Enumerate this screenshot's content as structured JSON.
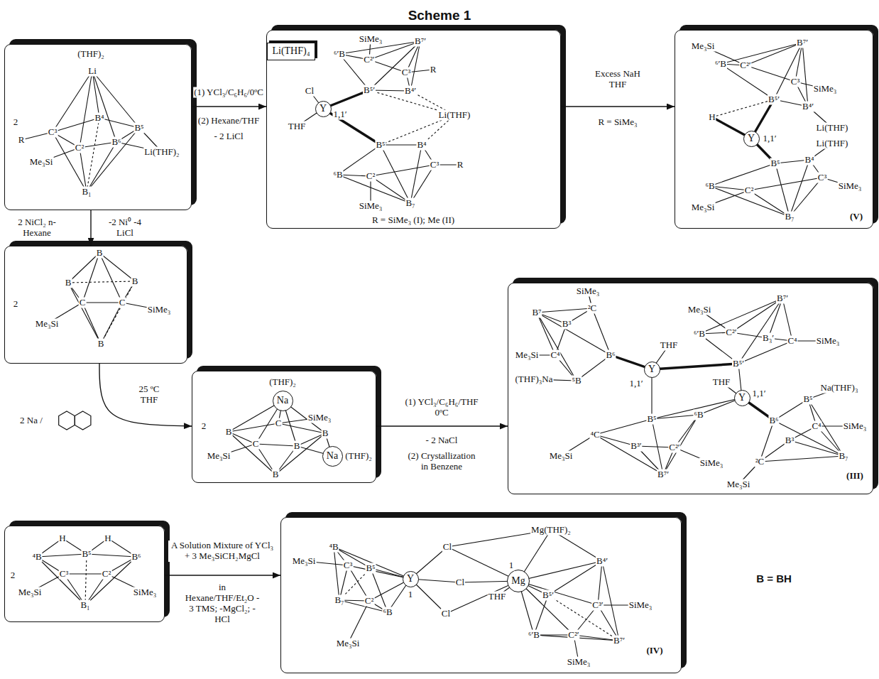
{
  "diagram": {
    "title": "Scheme 1",
    "nodes": [
      {
        "text": [
          "(THF)₂",
          "Li",
          "2",
          "R",
          "C³",
          "B⁴",
          "B⁵",
          "C²",
          "B⁶",
          "Li(THF)₂",
          "Me₃Si",
          "B₁"
        ]
      },
      {
        "text": [
          "SiMe₃",
          "⁶′B",
          "C²′",
          "B⁷′",
          "C³",
          "R",
          "Cl",
          "B⁵′",
          "B⁴′",
          "Li(THF)",
          "THF",
          "B⁵",
          "B⁴",
          "C³",
          "R",
          "⁶B",
          "C²",
          "B₇",
          "SiMe₃",
          "R = SiMe₃ (I); Me (II)"
        ]
      },
      {
        "text": [
          "Li(THF)₄"
        ],
        "in": 1
      },
      {
        "text": [
          "Y",
          "1,1′"
        ],
        "in": 1
      },
      {
        "text": [
          "Me₃Si",
          "⁶′B",
          "C²′",
          "B⁷′",
          "C³",
          "SiMe₃",
          "H",
          "B⁵′",
          "B⁴′",
          "Li(THF)",
          "Li(THF)",
          "B⁵",
          "B⁴",
          "C³",
          "SiMe₃",
          "⁶B",
          "C²",
          "B₇",
          "Me₃Si",
          "(V)"
        ]
      },
      {
        "text": [
          "Y",
          "1,1′"
        ],
        "in": 4
      },
      {
        "text": [
          "2",
          "B",
          "B",
          "B",
          "C",
          "C",
          "Me₃Si",
          "SiMe₃",
          "B"
        ]
      },
      {
        "text": [
          "2",
          "(THF)₂",
          "C",
          "SiMe₃",
          "B",
          "B",
          "Me₃Si",
          "C",
          "B",
          "B",
          "(THF)₂"
        ]
      },
      {
        "text": [
          "Na"
        ],
        "in": 7
      },
      {
        "text": [
          "Na"
        ],
        "in": 7
      },
      {
        "text": [
          "SiMe₃",
          "²C",
          "B⁷",
          "B³",
          "Me₃Si",
          "C⁴",
          "B⁶",
          "(THF)₃Na",
          "⁵B",
          "THF",
          "Me₃Si",
          "B⁷′",
          "⁶′B",
          "C²′",
          "B₃′",
          "C⁴",
          "SiMe₃",
          "B⁵′",
          "THF",
          "Na(THF)₃",
          "B⁵",
          "B⁶",
          "C⁴",
          "SiMe₃",
          "B³",
          "B₇",
          "²C",
          "Me₃Si",
          "(III)",
          "B⁵",
          "⁶B",
          "⁴C",
          "Me₃Si",
          "B³′",
          "C²′",
          "SiMe₃",
          "B⁷′"
        ]
      },
      {
        "text": [
          "Y",
          "1,1′"
        ],
        "in": 10
      },
      {
        "text": [
          "Y",
          "1,1′"
        ],
        "in": 10
      },
      {
        "text": [
          "2",
          "H",
          "H",
          "⁴B",
          "B⁵",
          "B⁶",
          "C³",
          "C²",
          "Me₃Si",
          "B₁",
          "SiMe₃"
        ]
      },
      {
        "text": [
          "Me₃Si",
          "⁴B",
          "C³",
          "B⁵",
          "B₇",
          "C²",
          "⁶B",
          "Me₃Si",
          "Cl",
          "Cl",
          "Cl",
          "Mg(THF)₂",
          "THF",
          "B⁴′",
          "B⁵′",
          "C³′",
          "SiMe₃",
          "⁶′B",
          "C²′",
          "B⁷′",
          "SiMe₃",
          "(IV)"
        ]
      },
      {
        "text": [
          "Y",
          "1"
        ],
        "in": 14
      },
      {
        "text": [
          "Mg",
          "1"
        ],
        "in": 14
      }
    ],
    "edges": [
      {
        "from": 0,
        "to": 1,
        "arrow": "to",
        "label": "(1) YCl₃/C₆H₆/0ºC"
      },
      {
        "from": 1,
        "to": 4,
        "arrow": "to",
        "label": "Excess NaH THF"
      },
      {
        "from": 0,
        "to": 6,
        "arrow": "to"
      },
      {
        "from": 6,
        "to": 7,
        "arrow": "to"
      },
      {
        "from": 7,
        "to": 10,
        "arrow": "to",
        "label": "(1) YCl₃/C₆H₆/THF 0ºC"
      },
      {
        "from": 13,
        "to": 14,
        "arrow": "to",
        "label": "A Solution Mixture of YCl₃ + 3 Me₃SiCH₂MgCl"
      }
    ],
    "labels": [
      "(2) Hexane/THF",
      "- 2 LiCl",
      "R = SiMe₃",
      "2 NiCl₂ n-Hexane",
      "-2 Ni⁰ -4 LiCl",
      "2 Na /",
      "25 ºC THF",
      "- 2 NaCl",
      "(2) Crystallization in Benzene",
      "in Hexane/THF/Et₂O - 3 TMS; -MgCl₂; -HCl",
      "B = BH"
    ]
  }
}
